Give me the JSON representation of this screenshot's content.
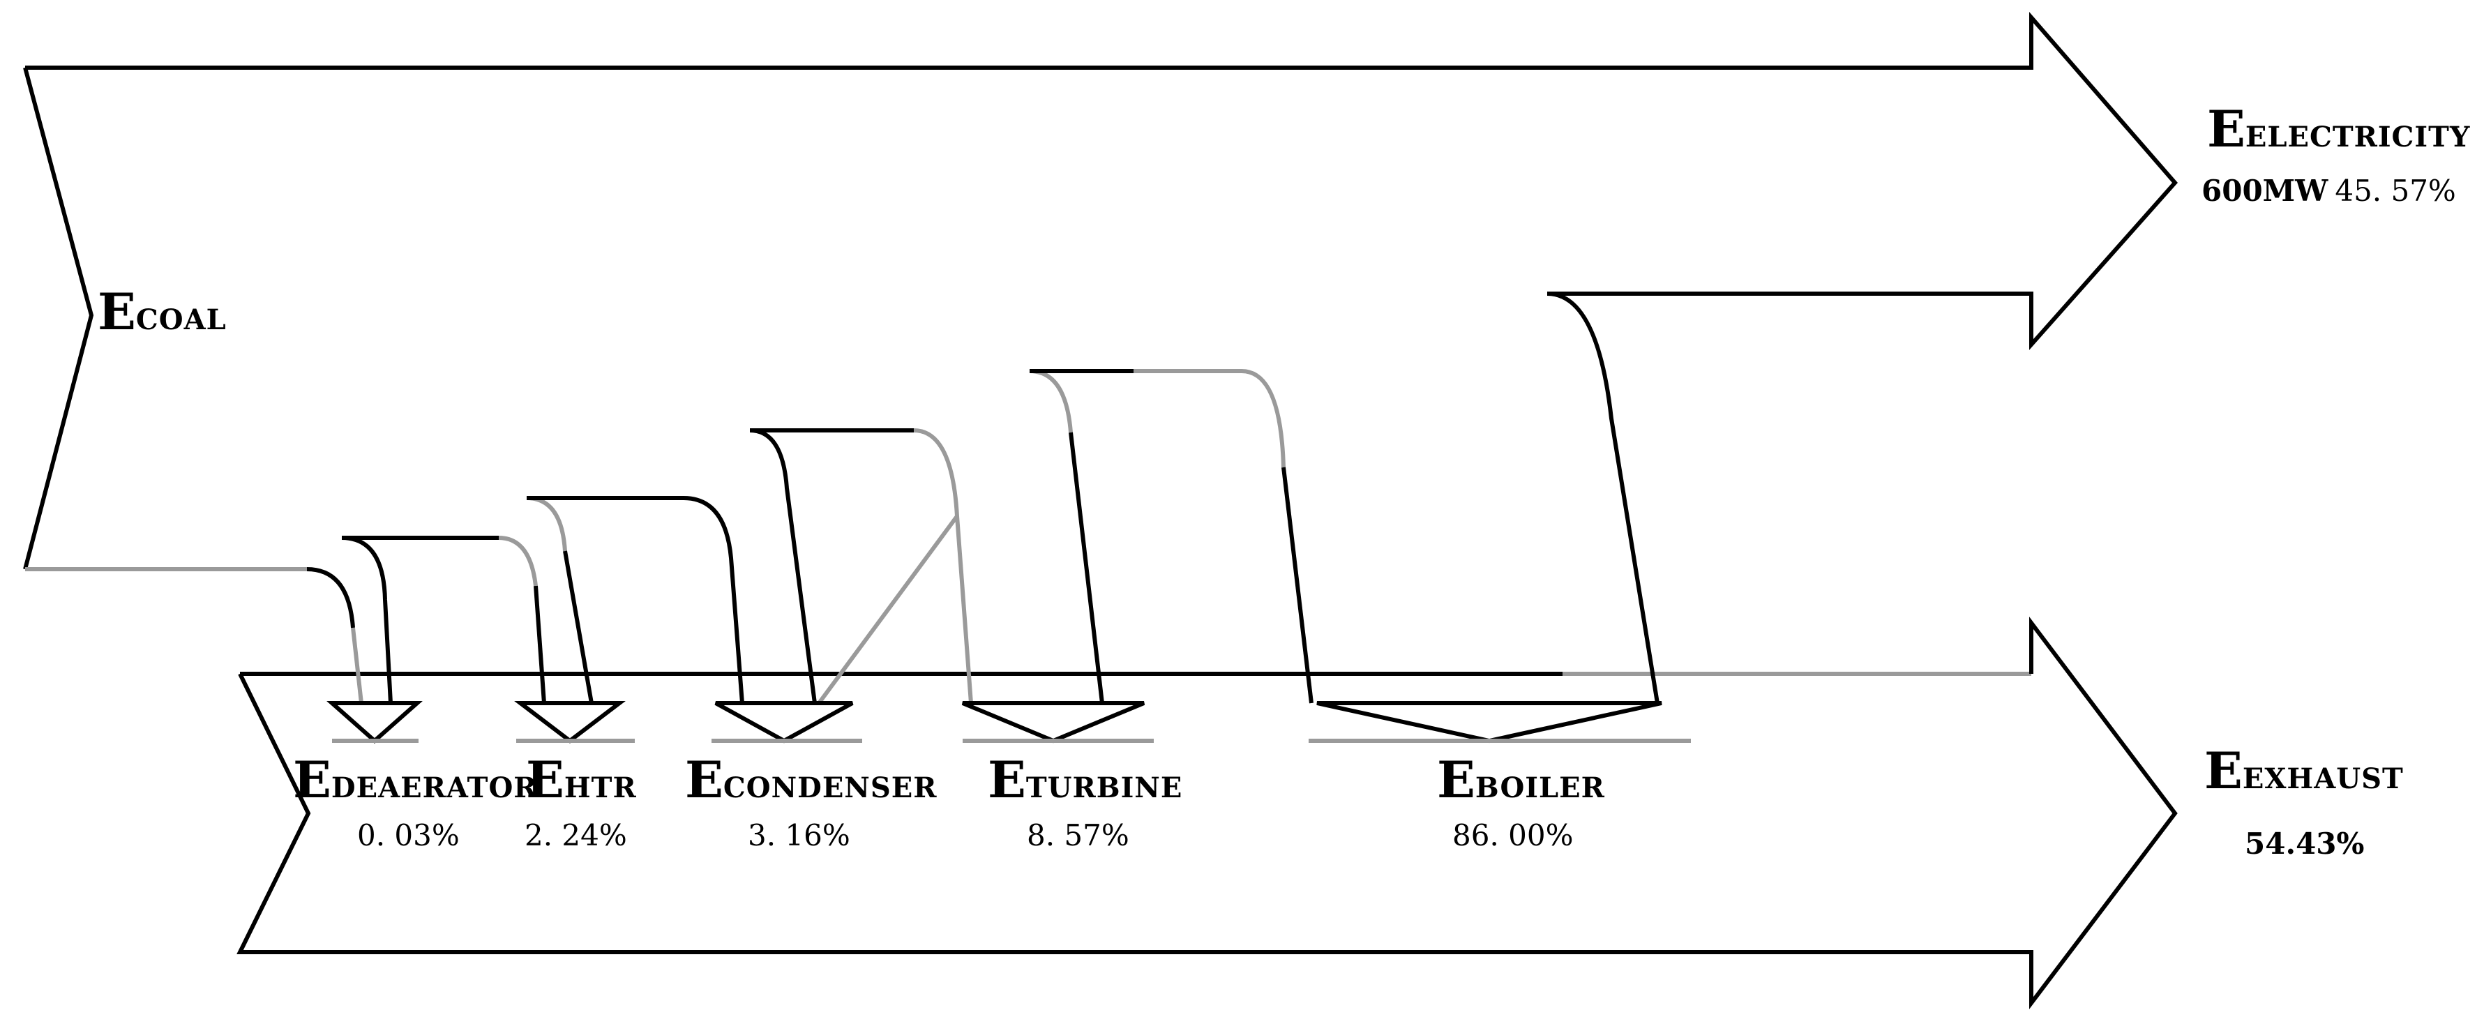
{
  "coal": {
    "letter": "E",
    "sub": "COAL"
  },
  "electricity": {
    "letter": "E",
    "sub": "ELECTRICITY",
    "power": "600MW",
    "percent": "45. 57%"
  },
  "exhaust": {
    "letter": "E",
    "sub": "EXHAUST",
    "percent": "54.43%"
  },
  "losses": [
    {
      "letter": "E",
      "sub": "DEAERATOR",
      "percent": "0. 03%"
    },
    {
      "letter": "E",
      "sub": "HTR",
      "percent": "2. 24%"
    },
    {
      "letter": "E",
      "sub": "CONDENSER",
      "percent": "3. 16%"
    },
    {
      "letter": "E",
      "sub": "TURBINE",
      "percent": "8. 57%"
    },
    {
      "letter": "E",
      "sub": "BOILER",
      "percent": "86. 00%"
    }
  ]
}
